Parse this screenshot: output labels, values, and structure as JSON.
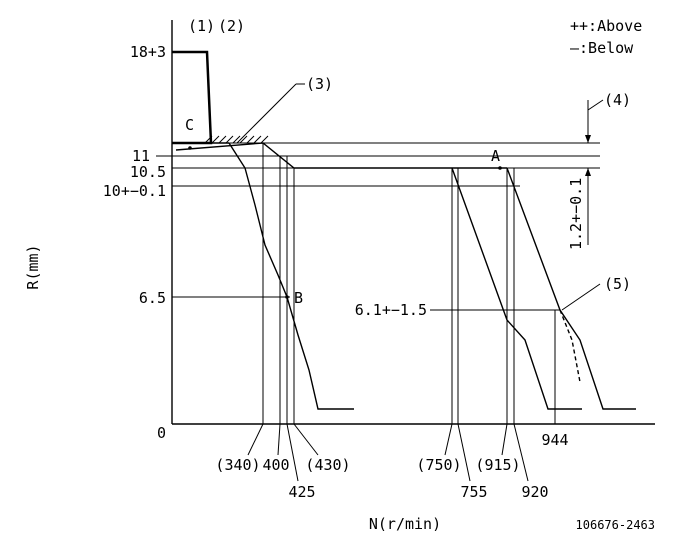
{
  "legend": {
    "above": "++:Above",
    "below": "—:Below"
  },
  "axes": {
    "y_label": "R(mm)",
    "x_label": "N(r/min)"
  },
  "drawing_number": "106676-2463",
  "y_ticks": {
    "t18": "18+3",
    "t11": "11",
    "t10_5": "10.5",
    "t10": "10+−0.1",
    "t6_5": "6.5",
    "t0": "0"
  },
  "x_ticks": {
    "t340": "(340)",
    "t400": "400",
    "t425": "425",
    "t430": "(430)",
    "t750": "(750)",
    "t755": "755",
    "t915": "(915)",
    "t920": "920",
    "t944": "944"
  },
  "callouts": {
    "c1": "(1)",
    "c2": "(2)",
    "c3": "(3)",
    "c4": "(4)",
    "c5": "(5)"
  },
  "points": {
    "a": "A",
    "b": "B",
    "c": "C"
  },
  "annotations": {
    "offset": "1.2+−0.1",
    "r_value": "6.1+−1.5"
  }
}
